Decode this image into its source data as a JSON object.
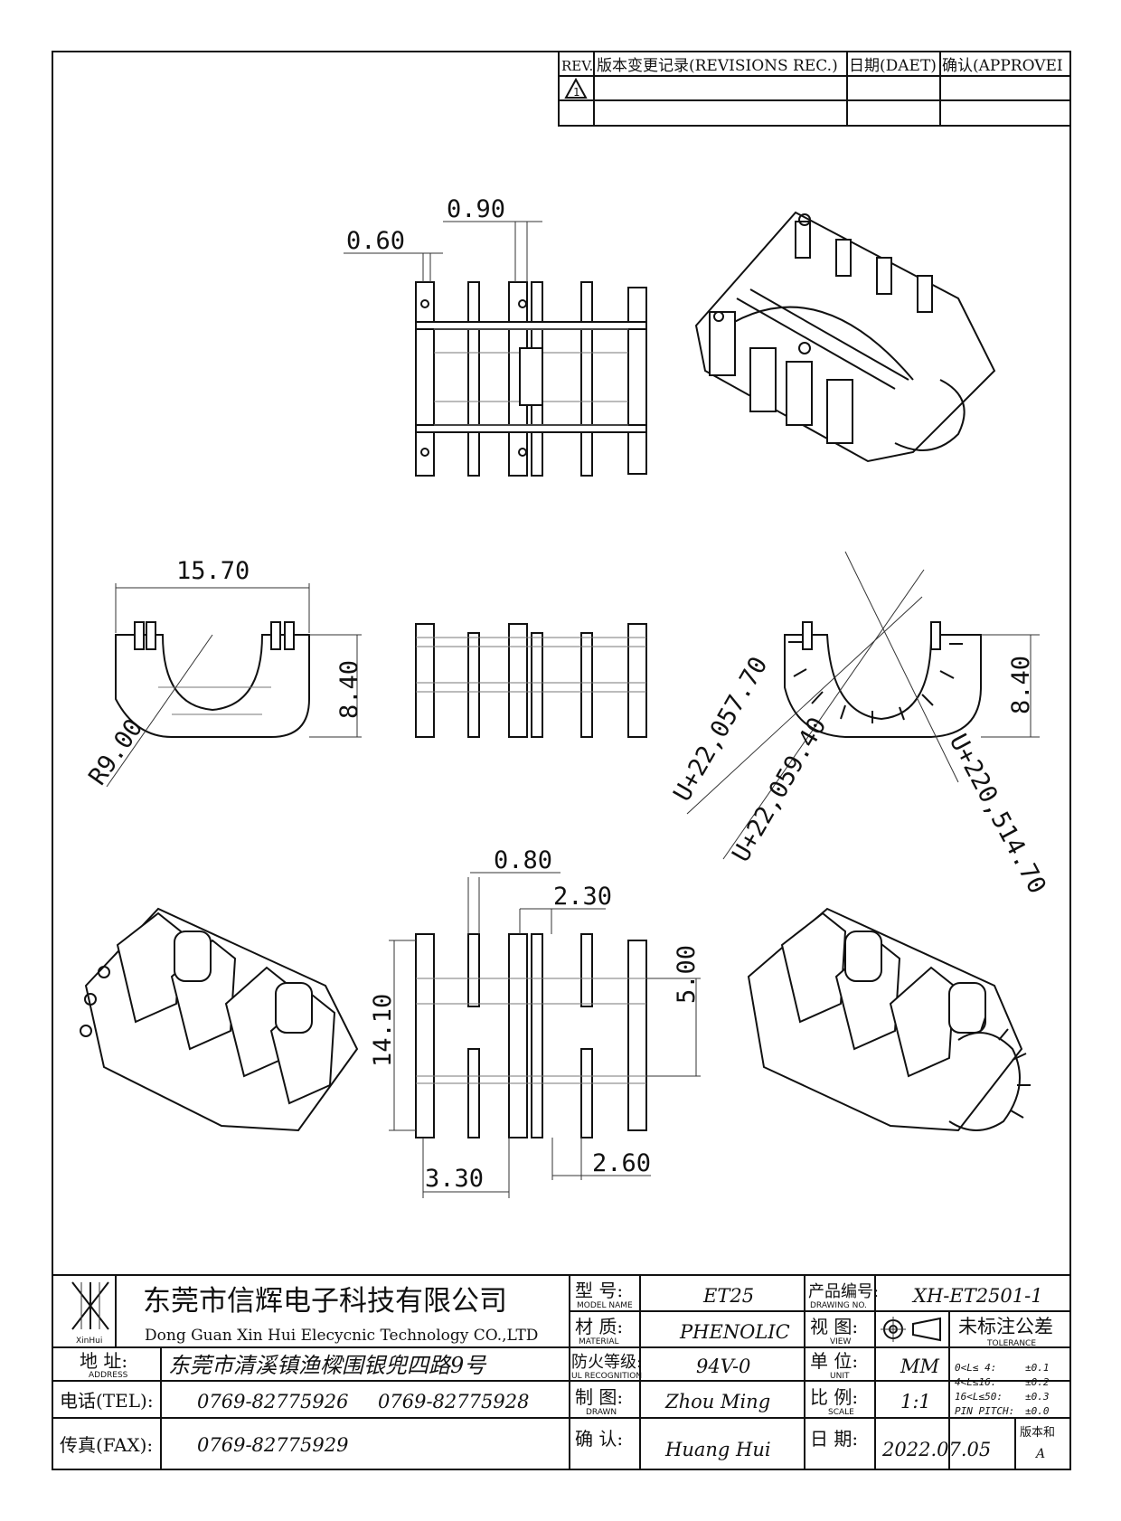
{
  "revision_table": {
    "headers": [
      "REV.",
      "版本变更记录(REVISIONS REC.)",
      "日期(DAET)",
      "确认(APPROVEI"
    ],
    "rows": [
      [
        "",
        "",
        "",
        ""
      ],
      [
        "",
        "",
        "",
        ""
      ]
    ]
  },
  "dimensions": {
    "top_view": {
      "d1": "0.60",
      "d2": "0.90"
    },
    "side_view": {
      "width": "15.70",
      "height": "8.40",
      "radius": "R9.00"
    },
    "end_view": {
      "height": "8.40",
      "u1": "U+22,057.70",
      "u2": "U+22,059.40",
      "u3": "U+220,514.70"
    },
    "bottom_view": {
      "d1": "0.80",
      "d2": "2.30",
      "d3": "5.00",
      "d4": "14.10",
      "d5": "3.30",
      "d6": "2.60"
    }
  },
  "title_block": {
    "company_cn": "东莞市信辉电子科技有限公司",
    "company_en": "Dong Guan Xin Hui Elecycnic Technology CO.,LTD",
    "logo_text": "XinHui",
    "address_label": "地  址:",
    "address_label_en": "ADDRESS",
    "address": "东莞市清溪镇渔樑围银兜四路9号",
    "tel_label": "电话(TEL):",
    "tel1": "0769-82775926",
    "tel2": "0769-82775928",
    "fax_label": "传真(FAX):",
    "fax": "0769-82775929",
    "model_label": "型  号:",
    "model_label_en": "MODEL NAME",
    "model": "ET25",
    "material_label": "材  质:",
    "material_label_en": "MATERIAL",
    "material": "PHENOLIC",
    "ul_label": "防火等级:",
    "ul_label_en": "UL RECOGNITION",
    "ul": "94V-0",
    "drawn_label": "制  图:",
    "drawn_label_en": "DRAWN",
    "drawn": "Zhou Ming",
    "checked_label": "确  认:",
    "checked": "Huang Hui",
    "drawing_no_label": "产品编号:",
    "drawing_no_label_en": "DRAWING NO.",
    "drawing_no": "XH-ET2501-1",
    "view_label": "视  图:",
    "view_label_en": "VIEW",
    "unit_label": "单  位:",
    "unit_label_en": "UNIT",
    "unit": "MM",
    "scale_label": "比  例:",
    "scale_label_en": "SCALE",
    "scale": "1:1",
    "date_label": "日  期:",
    "date": "2022.07.05",
    "tolerance_title": "未标注公差",
    "tolerance_en": "TOLERANCE",
    "tolerances": [
      {
        "range": "0<L≤ 4:",
        "value": "±0.1"
      },
      {
        "range": "4<L≤16:",
        "value": "±0.2"
      },
      {
        "range": "16<L≤50:",
        "value": "±0.3"
      },
      {
        "range": "PIN PITCH:",
        "value": "±0.0"
      }
    ],
    "version_label": "版本和",
    "version": "A"
  }
}
